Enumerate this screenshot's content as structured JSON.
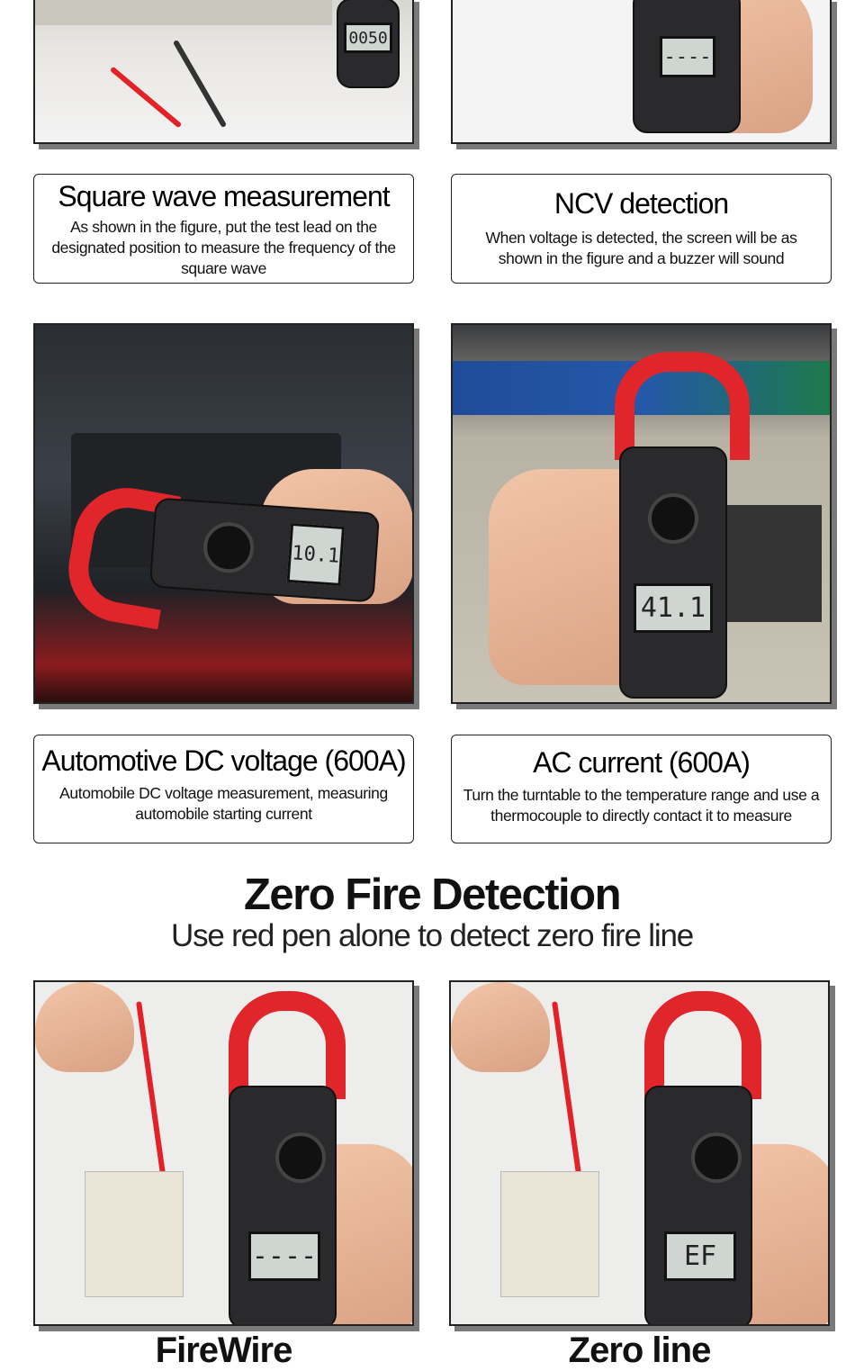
{
  "cards": [
    {
      "title": "Square wave measurement",
      "desc": "As shown in the figure, put the test lead on the designated position to measure the frequency of the square wave",
      "reading": "0050"
    },
    {
      "title": "NCV detection",
      "desc": "When voltage is detected, the screen will be as shown in the figure and a buzzer will sound",
      "reading": "----"
    },
    {
      "title": "Automotive DC voltage (600A)",
      "desc": "Automobile DC voltage measurement, measuring automobile starting current",
      "reading": "10.1"
    },
    {
      "title": "AC current (600A)",
      "desc": "Turn the turntable to the temperature range and use a thermocouple to directly contact it to measure",
      "reading": "41.1"
    }
  ],
  "section": {
    "title": "Zero Fire Detection",
    "subtitle": "Use red pen alone to detect zero fire line"
  },
  "bottom": [
    {
      "label": "FireWire",
      "reading": "----"
    },
    {
      "label": "Zero line",
      "reading": "EF"
    }
  ]
}
